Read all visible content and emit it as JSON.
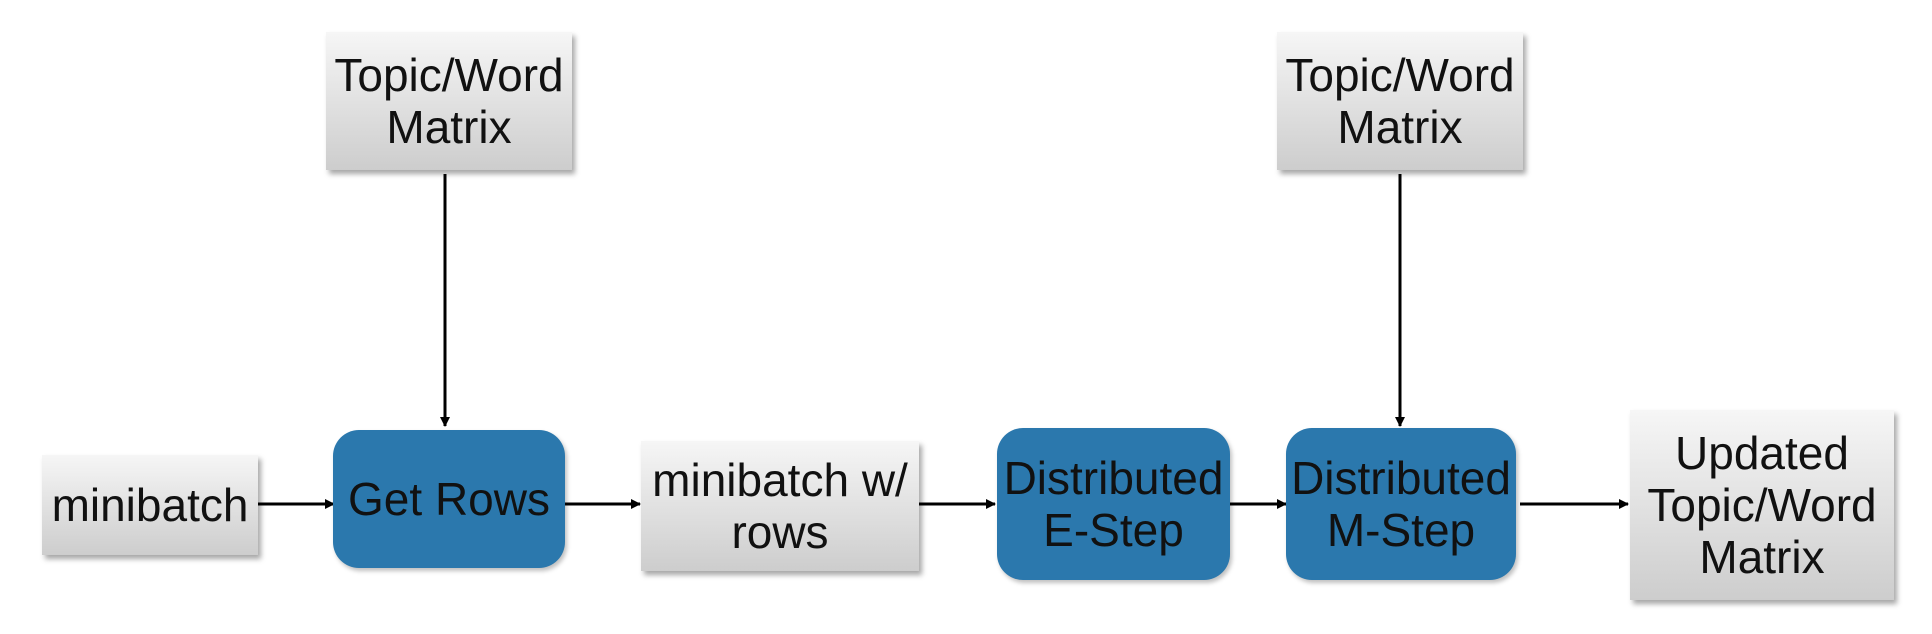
{
  "diagram": {
    "nodes": {
      "topic_word_matrix_1": "Topic/Word\nMatrix",
      "topic_word_matrix_2": "Topic/Word\nMatrix",
      "minibatch": "minibatch",
      "get_rows": "Get Rows",
      "minibatch_with_rows": "minibatch w/\nrows",
      "distributed_e_step": "Distributed\nE-Step",
      "distributed_m_step": "Distributed\nM-Step",
      "updated_topic_word_matrix": "Updated\nTopic/Word\nMatrix"
    },
    "edges": [
      {
        "from": "minibatch",
        "to": "get_rows"
      },
      {
        "from": "topic_word_matrix_1",
        "to": "get_rows"
      },
      {
        "from": "get_rows",
        "to": "minibatch_with_rows"
      },
      {
        "from": "minibatch_with_rows",
        "to": "distributed_e_step"
      },
      {
        "from": "distributed_e_step",
        "to": "distributed_m_step"
      },
      {
        "from": "topic_word_matrix_2",
        "to": "distributed_m_step"
      },
      {
        "from": "distributed_m_step",
        "to": "updated_topic_word_matrix"
      }
    ],
    "colors": {
      "process_fill": "#2b78ad",
      "data_fill_top": "#f6f6f6",
      "data_fill_bottom": "#cdcdcd",
      "arrow": "#000000"
    }
  }
}
